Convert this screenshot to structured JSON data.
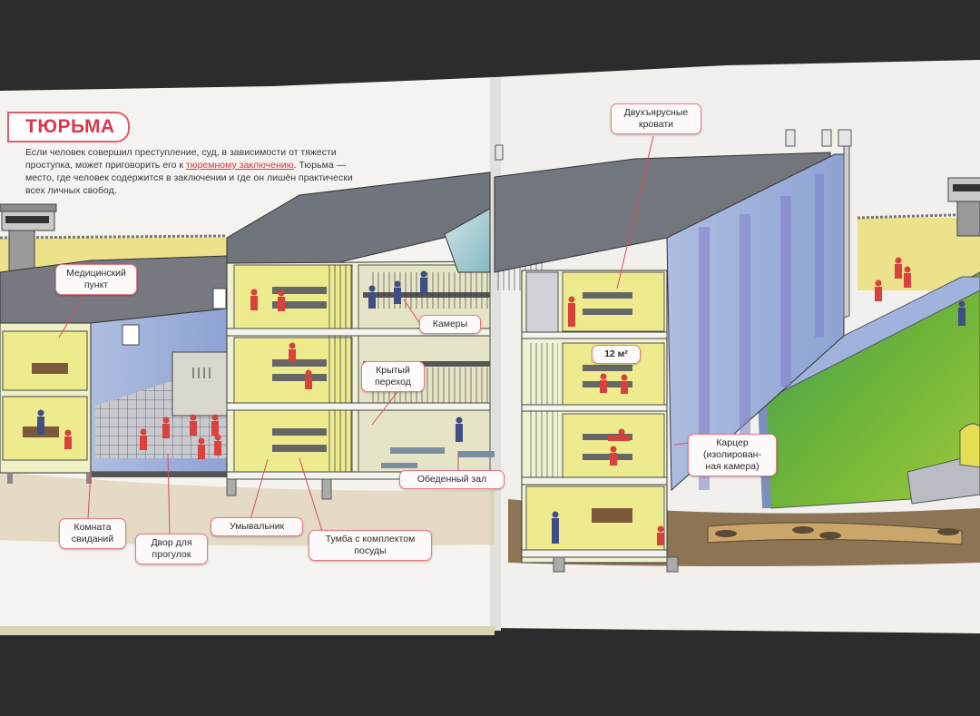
{
  "page": {
    "title": "ТЮРЬМА",
    "intro": {
      "part1": "Если человек совершил преступление, суд, в зависимости от тяжести проступка, может приговорить его к ",
      "link": "тюремному заключению",
      "part2": ". Тюрьма — место, где человек содержится в заключении и где он лишён практически всех личных свобод."
    }
  },
  "labels": {
    "medical": "Медицинский\nпункт",
    "cells": "Камеры",
    "bunks": "Двухъярусные\nкровати",
    "corridor": "Крытый\nпереход",
    "area": "12 м²",
    "canteen": "Обеденный зал",
    "isolation": "Карцер\n(изолирован-\nная камера)",
    "visit_room": "Комната\nсвиданий",
    "yard": "Двор для\nпрогулок",
    "washbasin": "Умывальник",
    "cabinet": "Тумба с комплектом\nпосуды"
  },
  "colors": {
    "accent": "#d9374d",
    "callout_border": "#e77a88",
    "wall_blue": "#9fb3dc",
    "cell_yellow": "#f1ee96",
    "roof": "#7a7d84",
    "lawn": "#5fa83c"
  }
}
